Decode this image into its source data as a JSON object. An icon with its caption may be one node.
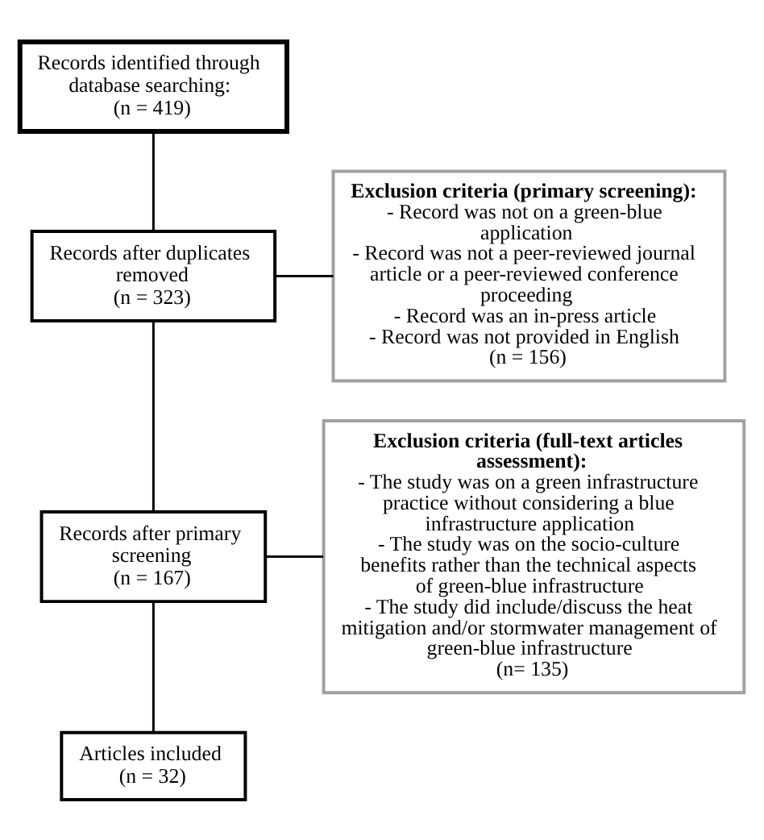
{
  "diagram": {
    "nodes": [
      {
        "text": [
          "Records identified through database searching:",
          "(n = 419)"
        ]
      },
      {
        "text": [
          "Exclusion criteria (primary screening):",
          "- Record was not on a green-blue application",
          "- Record was not a peer-reviewed journal article or a peer-reviewed conference proceeding",
          "- Record was an in-press article",
          "- Record was not provided in English",
          "(n = 156)"
        ]
      },
      {
        "text": [
          "Records after duplicates removed",
          "(n = 323)"
        ]
      },
      {
        "text": [
          "Exclusion criteria (full-text articles assessment):",
          "- The study was on a green infrastructure practice without considering a blue infrastructure application",
          "- The study was on the socio-culture benefits rather than the technical aspects of green-blue infrastructure",
          "- The study did include/discuss the heat mitigation and/or stormwater management of green-blue infrastructure",
          "(n= 135)"
        ]
      },
      {
        "text": [
          "Records after primary screening",
          "(n = 167)"
        ]
      },
      {
        "text": [
          "Articles included",
          "(n = 32)"
        ]
      }
    ],
    "edges": [
      {
        "from": 0,
        "to": 2,
        "arrow": "none"
      },
      {
        "from": 2,
        "to": 1,
        "arrow": "none"
      },
      {
        "from": 2,
        "to": 4,
        "arrow": "none"
      },
      {
        "from": 4,
        "to": 3,
        "arrow": "none"
      },
      {
        "from": 4,
        "to": 5,
        "arrow": "none"
      }
    ]
  }
}
